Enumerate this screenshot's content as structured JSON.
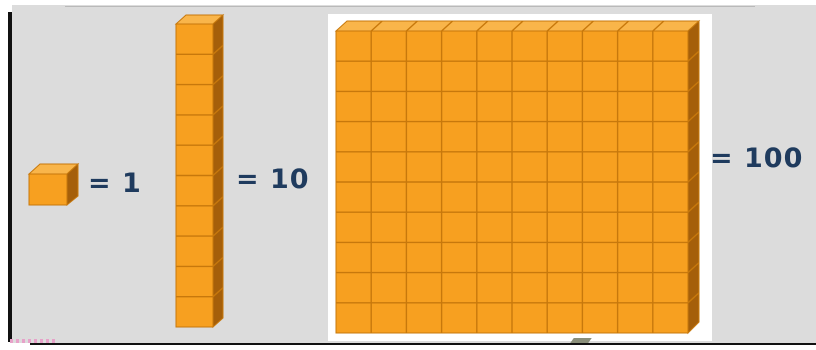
{
  "labels": {
    "one": "= 1",
    "ten": "= 10",
    "hundred": "= 100"
  },
  "blocks": {
    "unit_count": 1,
    "rod_count": 10,
    "flat_count": 100
  },
  "colors": {
    "background": "#dcdcdc",
    "cube_face": "#f7a020",
    "cube_side": "#a55f0a",
    "cube_top": "#f9b54a",
    "grid_line": "#c7780c",
    "label_text": "#1f3b5e"
  }
}
